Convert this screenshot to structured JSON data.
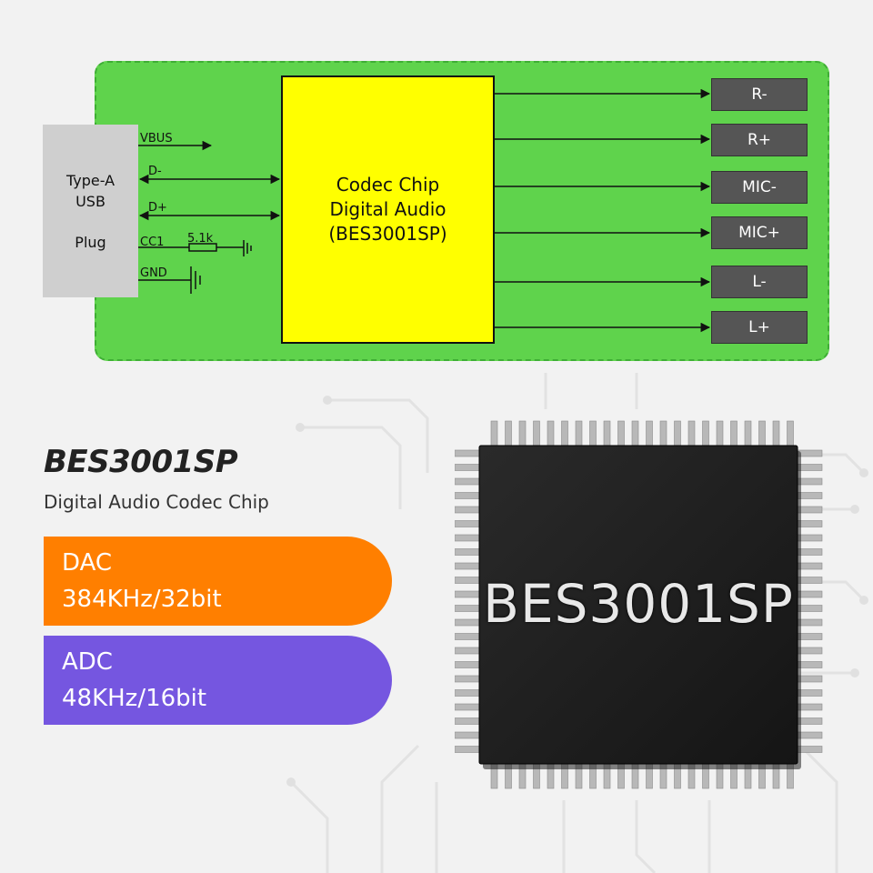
{
  "diagram": {
    "usb": {
      "line1": "Type-A",
      "line2": "USB",
      "line3": "Plug"
    },
    "pins": {
      "vbus": "VBUS",
      "dminus": "D-",
      "dplus": "D+",
      "cc1": "CC1",
      "resistor": "5.1k",
      "gnd": "GND"
    },
    "codec": {
      "line1": "Codec Chip",
      "line2": "Digital Audio",
      "line3": "(BES3001SP)"
    },
    "outputs": [
      "R-",
      "R+",
      "MIC-",
      "MIC+",
      "L-",
      "L+"
    ]
  },
  "product": {
    "name": "BES3001SP",
    "description": "Digital Audio Codec Chip",
    "chip_marking": "BES3001SP"
  },
  "specs": {
    "dac": {
      "label": "DAC",
      "value": "384KHz/32bit",
      "color": "#ff7f00"
    },
    "adc": {
      "label": "ADC",
      "value": "48KHz/16bit",
      "color": "#7556e0"
    }
  },
  "colors": {
    "board": "#5fd34c",
    "codec": "#ffff00",
    "usb": "#cfcfcf",
    "output_box": "#555555"
  }
}
